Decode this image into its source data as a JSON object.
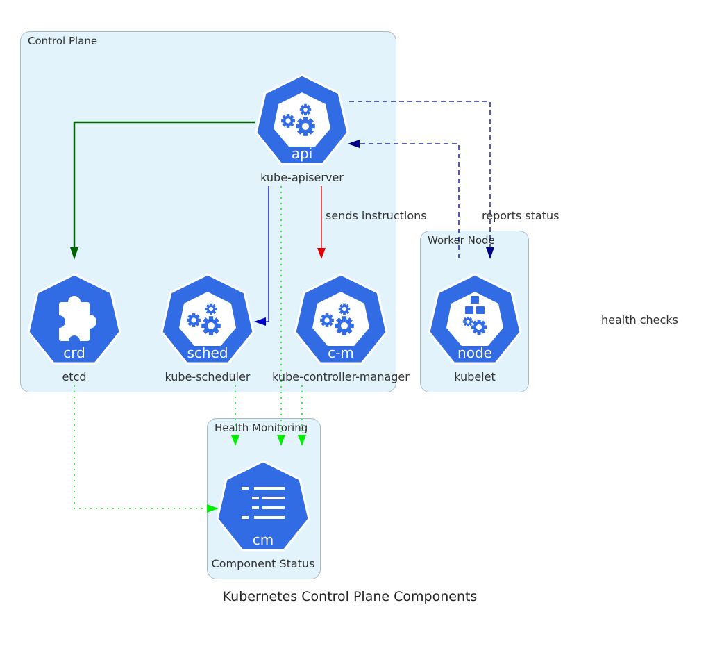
{
  "title": "Kubernetes Control Plane Components",
  "colors": {
    "node_blue": "#326ce5",
    "cluster_fill": "#e2f3fb",
    "edge_green_dark": "#006400",
    "edge_blue": "#0000cd",
    "edge_red": "#e00000",
    "edge_navy": "#00008b",
    "edge_lime": "#00ee00"
  },
  "clusters": {
    "control_plane": "Control Plane",
    "worker_node": "Worker Node",
    "health_monitoring": "Health Monitoring"
  },
  "nodes": {
    "apiserver": {
      "icon_text": "api",
      "label": "kube-apiserver"
    },
    "etcd": {
      "icon_text": "crd",
      "label": "etcd"
    },
    "scheduler": {
      "icon_text": "sched",
      "label": "kube-scheduler"
    },
    "controller_manager": {
      "icon_text": "c-m",
      "label": "kube-controller-manager"
    },
    "kubelet": {
      "icon_text": "node",
      "label": "kubelet"
    },
    "component_status": {
      "icon_text": "cm",
      "label": "Component Status"
    }
  },
  "edge_labels": {
    "sends_instructions": "sends instructions",
    "reports_status": "reports status",
    "health_checks": "health checks"
  }
}
